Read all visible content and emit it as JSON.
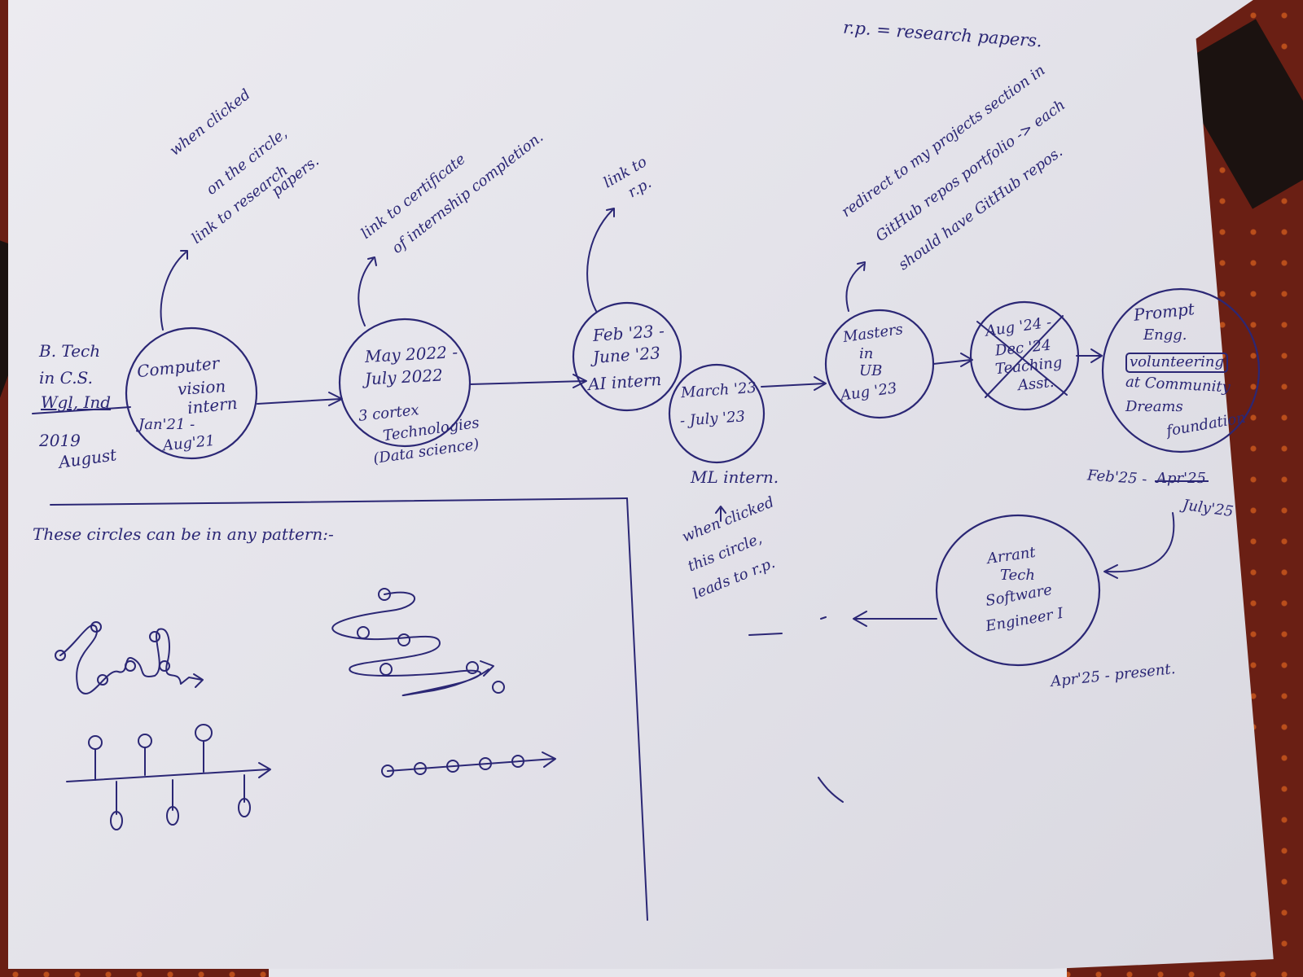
{
  "legend_note": "r.p. = research papers.",
  "start": {
    "line1": "B. Tech",
    "line2": "in C.S.",
    "line3": "Wgl, Ind",
    "line4": "2019",
    "line5": "August"
  },
  "nodes": [
    {
      "lines": [
        "Computer",
        "vision",
        "intern",
        "Jan'21 -",
        "Aug'21"
      ],
      "annotation": [
        "when clicked",
        "on the circle,",
        "link to research",
        "papers."
      ]
    },
    {
      "lines": [
        "May 2022 -",
        "July 2022",
        "3 cortex",
        "Technologies",
        "(Data science)"
      ],
      "annotation": [
        "link to certificate",
        "of internship completion."
      ]
    },
    {
      "lines": [
        "Feb '23 -",
        "June '23",
        "AI intern"
      ],
      "annotation": [
        "link to",
        "r.p."
      ]
    },
    {
      "lines": [
        "March '23",
        "- July '23"
      ],
      "below": "ML intern.",
      "annotation": [
        "when clicked",
        "this circle,",
        "leads to r.p."
      ]
    },
    {
      "lines": [
        "Masters",
        "in",
        "UB",
        "Aug '23"
      ],
      "annotation": [
        "redirect to my projects section in",
        "GitHub repos portfolio -> each",
        "should have GitHub repos."
      ]
    },
    {
      "lines": [
        "Aug '24 -",
        "Dec '24",
        "Teaching",
        "Asst."
      ]
    },
    {
      "lines": [
        "Prompt",
        "Engg.",
        "volunteering",
        "at Community",
        "Dreams",
        "foundation"
      ],
      "dates": [
        "Feb'25 -",
        "Apr'25",
        "July'25"
      ]
    },
    {
      "lines": [
        "Arrant",
        "Tech",
        "Software",
        "Engineer I"
      ],
      "dates": [
        "Apr'25 - present."
      ]
    }
  ],
  "patterns_note": "These circles can be in any pattern:-",
  "colors": {
    "ink": "#2b2775",
    "paper": "#e8e7ee",
    "cloth": "#6a1f14"
  }
}
